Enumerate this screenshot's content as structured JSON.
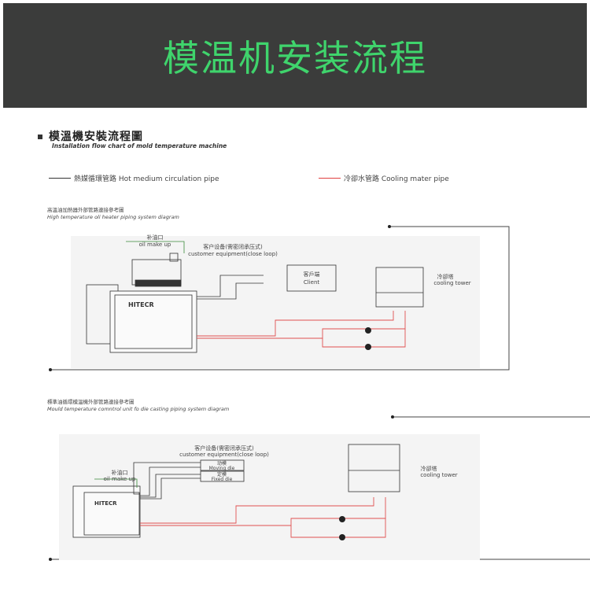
{
  "banner_title": "模温机安装流程",
  "section": {
    "title": "模溫機安裝流程圖",
    "subtitle": "Installation flow chart of mold temperature machine"
  },
  "legend": {
    "hot": "熱媒循環管路 Hot medium circulation pipe",
    "cool": "冷卻水管路 Cooling  mater pipe",
    "hot_color": "#333333",
    "cool_color": "#e04040"
  },
  "diagram1": {
    "title_cn": "高溫油加熱器外部管路連接參考圖",
    "title_en": "High temperature oli heater piping system diagram",
    "oil_cn": "补油口",
    "oil_en": "oil make up",
    "cust_cn": "客户设备(需密闭承压式)",
    "cust_en": "customer equipment(close loop)",
    "client_cn": "客戶端",
    "client_en": "Client",
    "tower_cn": "冷卻塔",
    "tower_en": "cooling tower",
    "brand": "HITECR"
  },
  "diagram2": {
    "title_cn": "標準油循環模溫機外部管路連接參考圖",
    "title_en": "Mould temperature comntrol unit fo die casting piping system diagram",
    "oil_cn": "补油口",
    "oil_en": "oil make up",
    "cust_cn": "客户设备(需密闭承压式)",
    "cust_en": "customer equipment(close loop)",
    "moving_cn": "动模",
    "moving_en": "Moving die",
    "fixed_cn": "定模",
    "fixed_en": "Fixed die",
    "tower_cn": "冷卻塔",
    "tower_en": "cooling tower",
    "brand": "HITECR"
  }
}
